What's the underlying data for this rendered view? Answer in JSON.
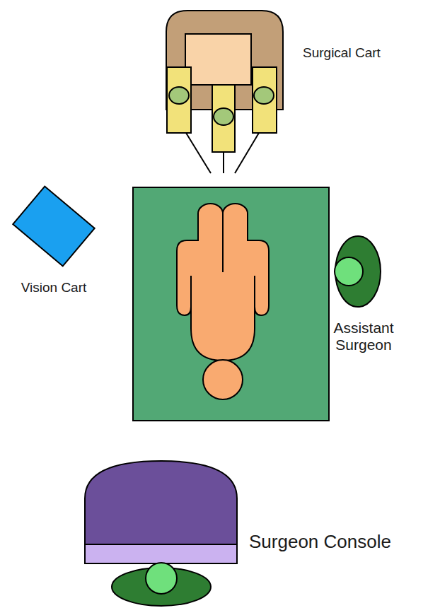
{
  "diagram": {
    "labels": [
      "Surgical Cart",
      "Vision Cart",
      "Assistant Surgeon",
      "Surgeon Console"
    ]
  }
}
